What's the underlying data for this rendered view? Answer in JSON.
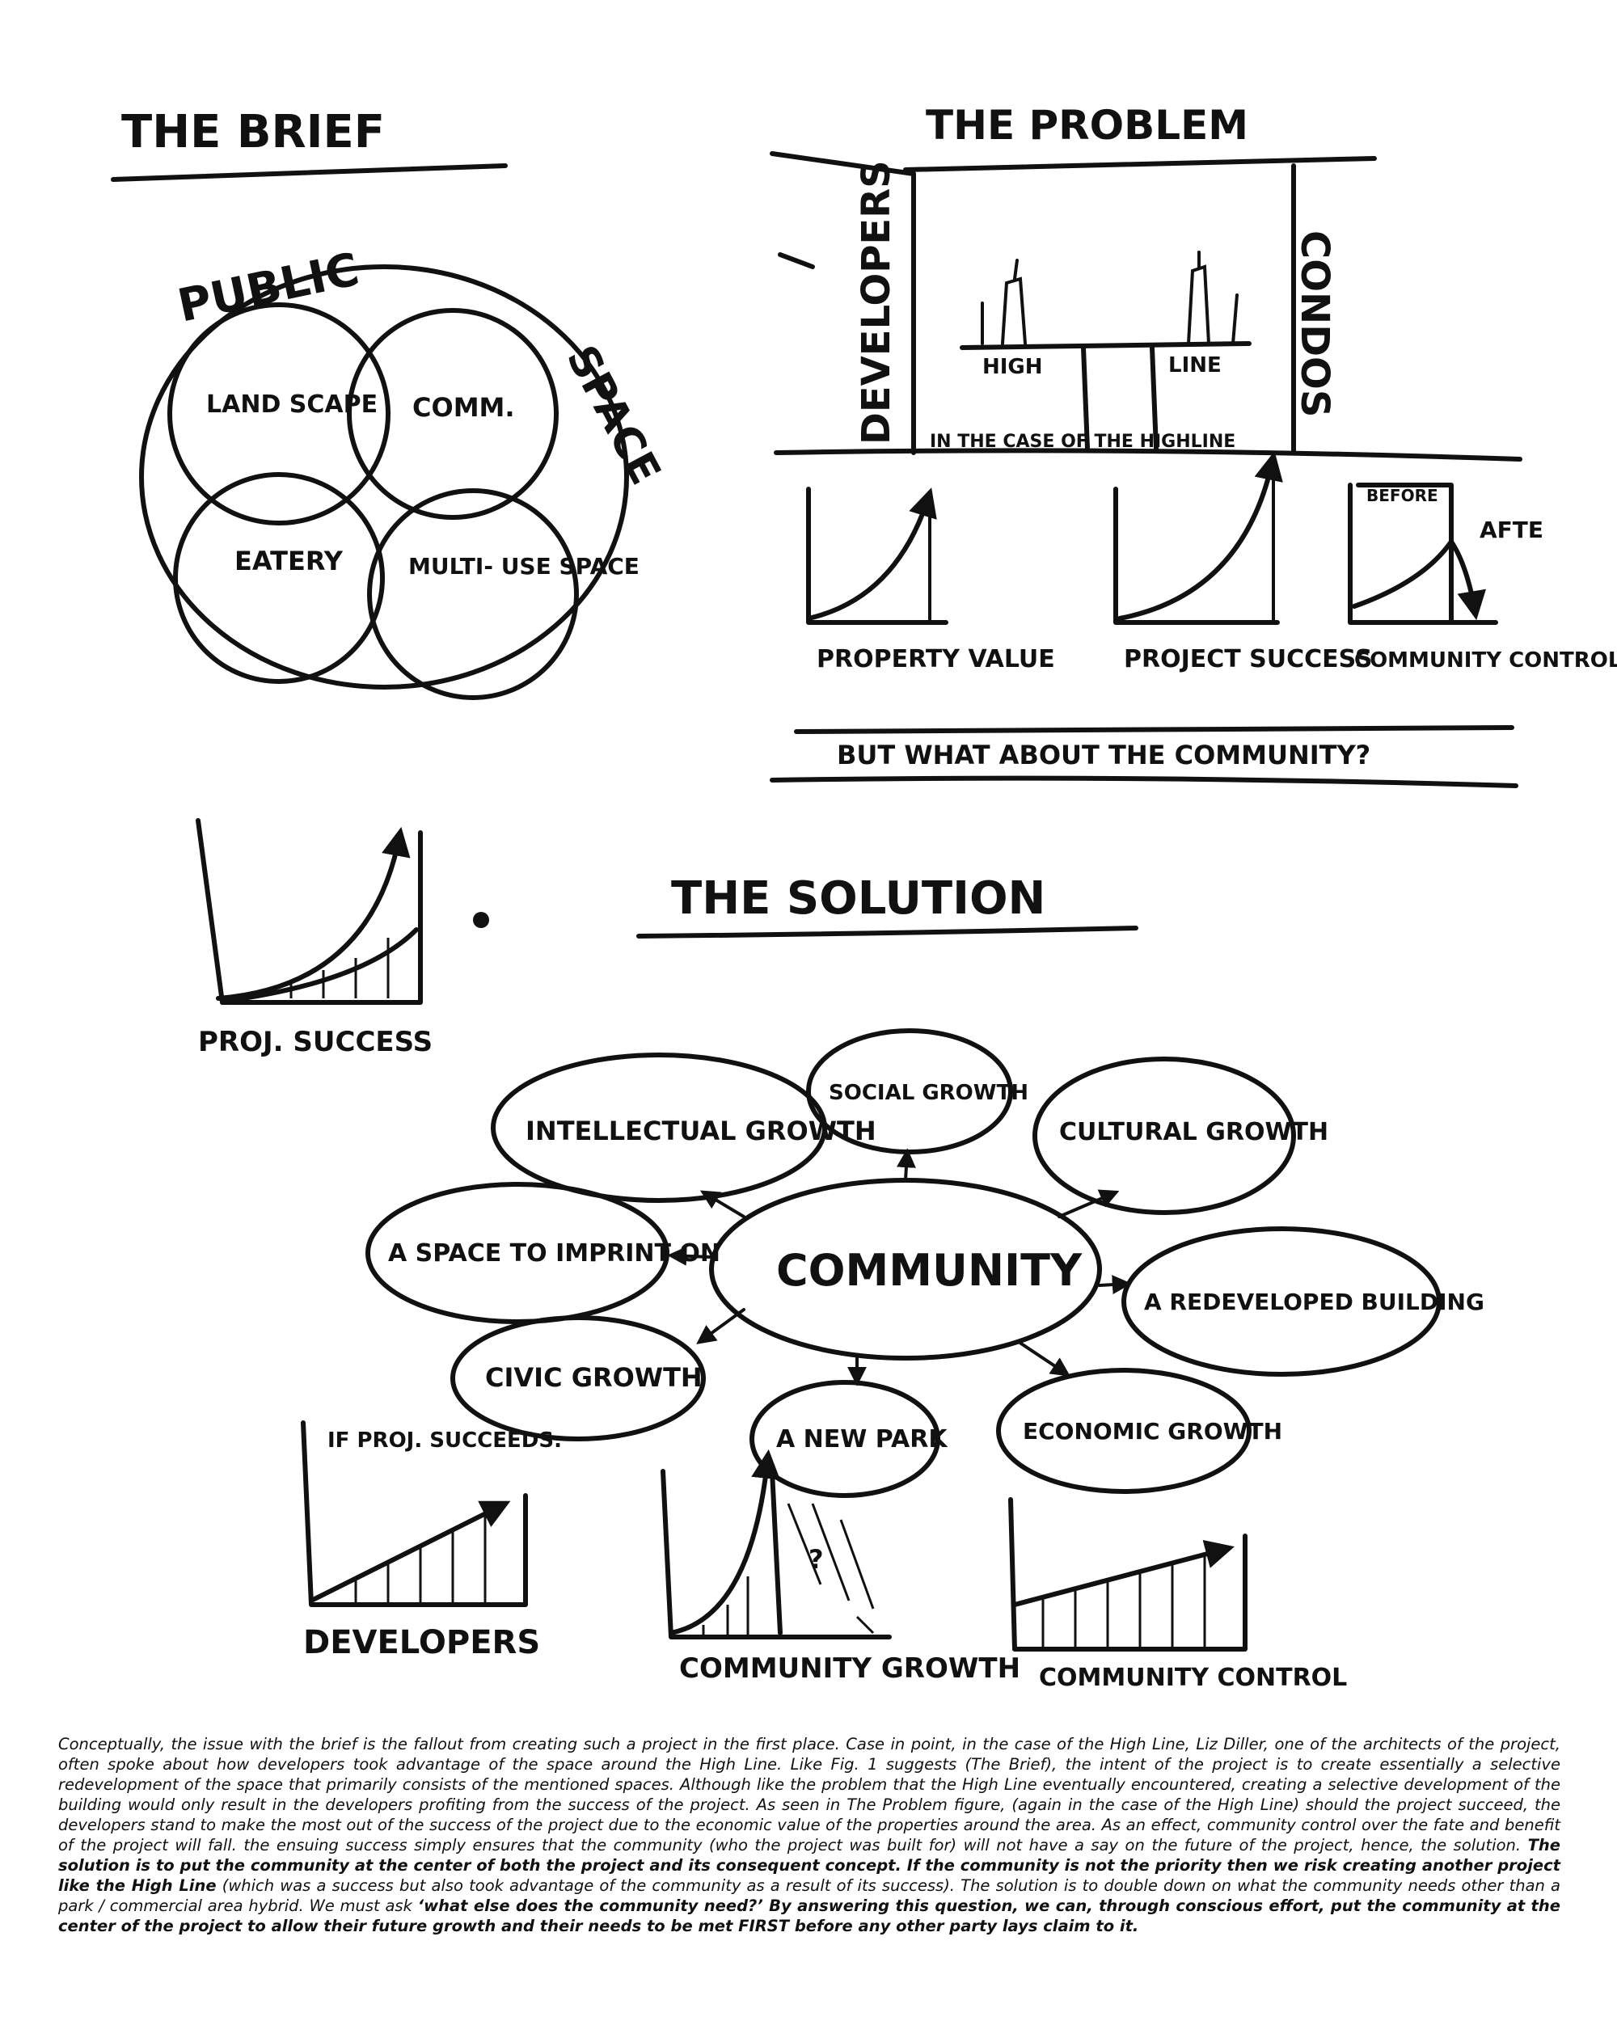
{
  "brief": {
    "title": "THE BRIEF",
    "public": "PUBLIC",
    "space": "SPACE",
    "circles": [
      "LAND SCAPE",
      "COMM.",
      "EATERY",
      "MULTI- USE SPACE"
    ]
  },
  "problem": {
    "title": "THE PROBLEM",
    "developers": "DEVELOPERS",
    "condos": "CONDOS",
    "high": "HIGH",
    "line": "LINE",
    "note": "IN THE CASE OF THE HIGHLINE",
    "before": "BEFORE",
    "after": "AFTE",
    "graph_labels": [
      "PROPERTY VALUE",
      "PROJECT SUCCESS",
      "COMMUNITY CONTROL"
    ],
    "question": "BUT WHAT ABOUT THE COMMUNITY?"
  },
  "solution": {
    "title": "THE SOLUTION",
    "proj_success": "PROJ. SUCCESS",
    "center": "COMMUNITY",
    "nodes": [
      "INTELLECTUAL GROWTH",
      "SOCIAL GROWTH",
      "CULTURAL GROWTH",
      "A SPACE TO IMPRINT ON",
      "A REDEVELOPED BUILDING",
      "CIVIC GROWTH",
      "A NEW PARK",
      "ECONOMIC GROWTH"
    ],
    "if_proj": "IF PROJ. SUCCEEDS.",
    "qmark": "?",
    "bottom_labels": [
      "DEVELOPERS",
      "COMMUNITY GROWTH",
      "COMMUNITY CONTROL"
    ]
  },
  "caption": {
    "p1": "Conceptually, the issue with the brief is the fallout from creating such a project in the first place. Case in point, in the case of the High Line, Liz Diller, one of the architects of the project, often spoke about how developers took advantage of the space around the High Line. Like Fig. 1 suggests (The Brief), the intent of the project is to create essentially a selective redevelopment of the space that primarily consists of the mentioned spaces. Although like the problem that the High Line eventually encountered, creating a selective development of the building would only result in the developers profiting from the success of the project. As seen in The Problem figure, (again in the case of the High Line) should the project succeed, the developers stand to make the most out of the success of the project due to the economic value of the properties around the area. As an effect, community control over the fate and benefit of the project will fall. the ensuing success simply ensures that the community (who the project was built for) will not have a say on the future of the project, hence, the solution.",
    "b1": "The solution is to put the community at the center of both the project and its consequent concept. If the community is not the priority then we risk creating another project like the High Line",
    "p2": "(which was a success but also took advantage of the community as a result of its success). The solution is to double down on what the community needs other than a park / commercial area hybrid. We must ask",
    "b2": "‘what else does the community need?’ By answering this question, we can, through conscious effort, put the community at the center of the project to allow their future growth and their needs to be met FIRST before any other party lays claim to it."
  }
}
